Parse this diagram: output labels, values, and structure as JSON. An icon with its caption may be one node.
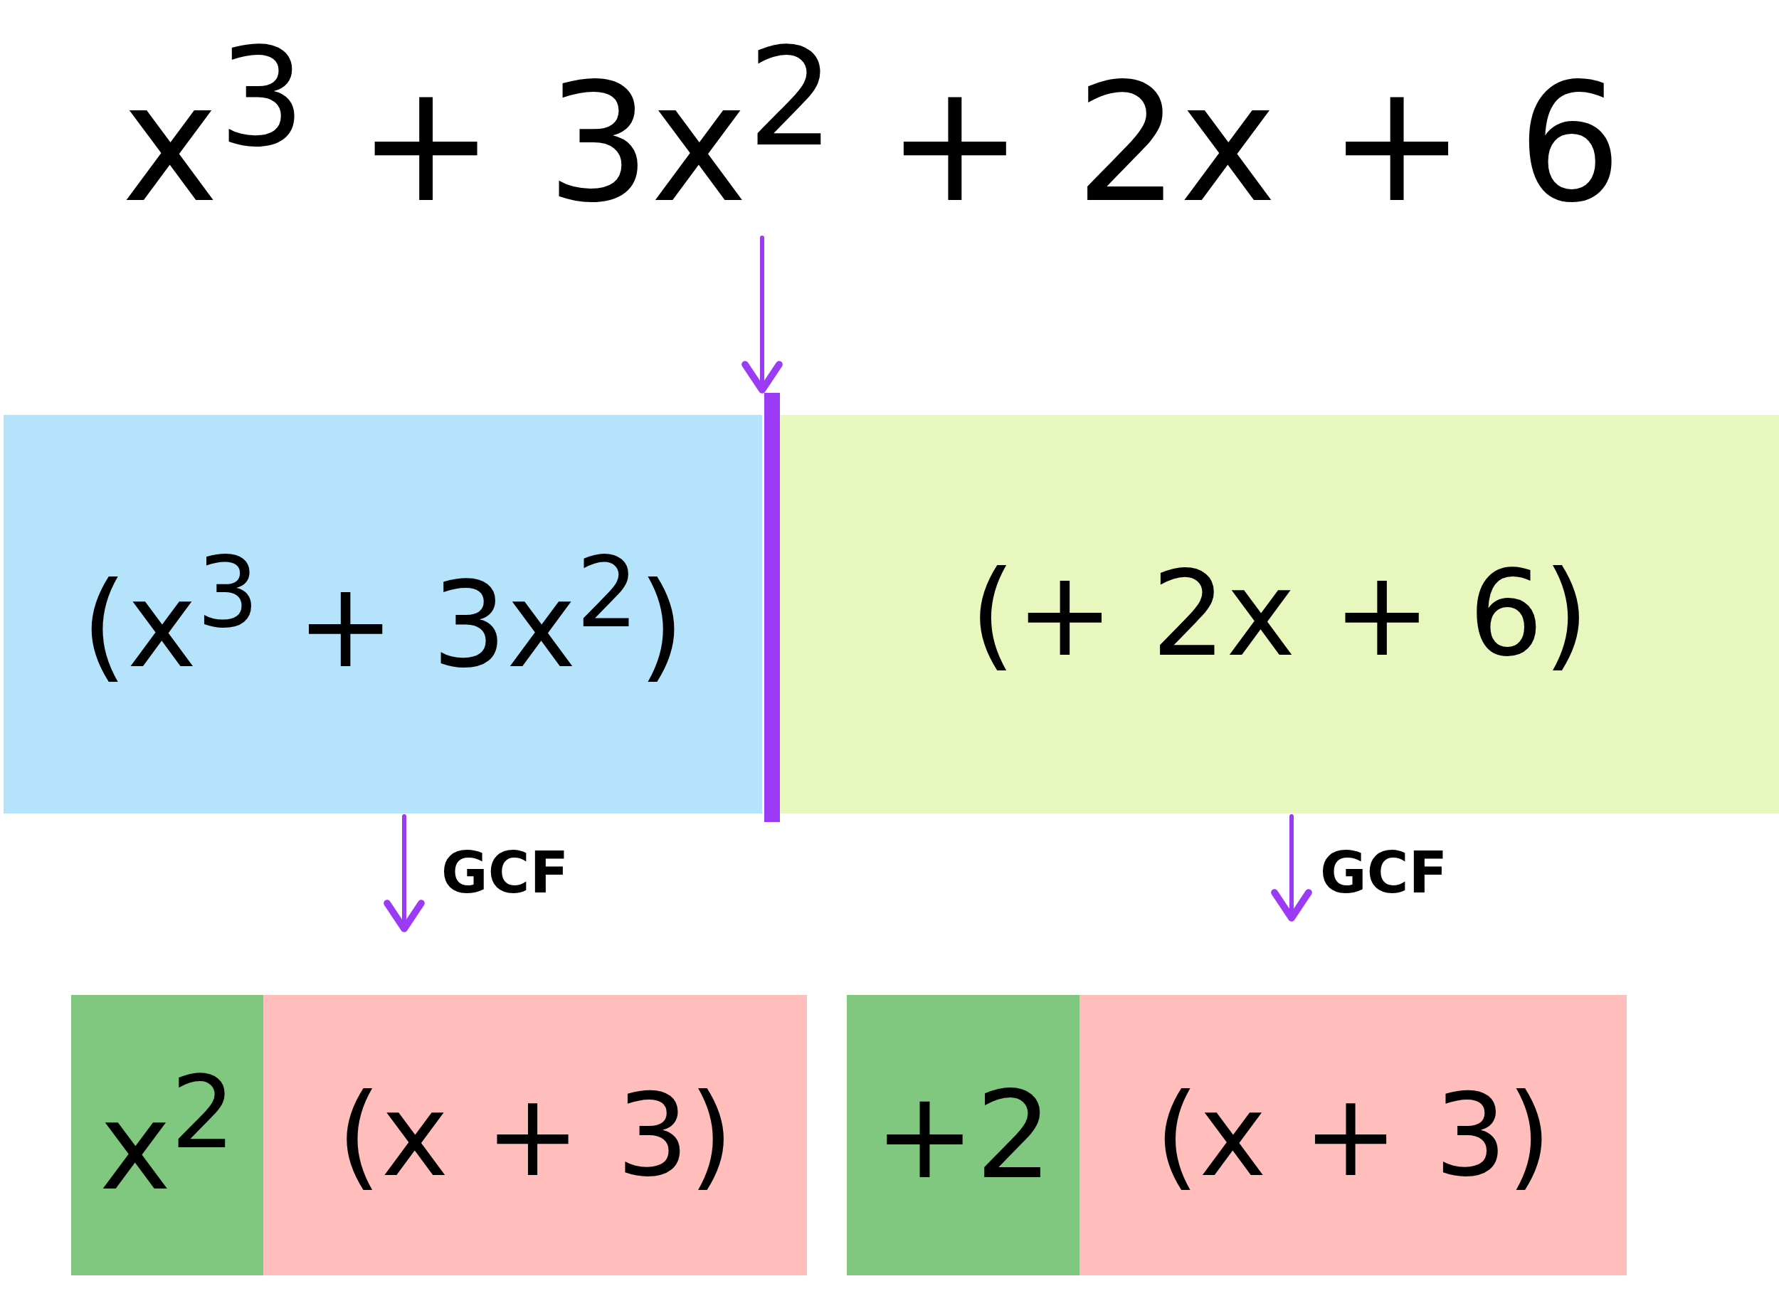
{
  "diagram": {
    "nodes": [
      {
        "text": [
          "x$^{3}$ + 3x$^{2}$ + 2x + 6"
        ]
      },
      {
        "text": [
          "(x$^{3}$ + 3x$^{2}$)"
        ]
      },
      {
        "text": [
          "(+ 2x + 6)"
        ]
      },
      {
        "text": [],
        "shape": "bar"
      },
      {
        "text": [
          "x$^{2}$"
        ]
      },
      {
        "text": [
          "(x + 3)"
        ]
      },
      {
        "text": [
          "+2"
        ]
      },
      {
        "text": [
          "(x + 3)"
        ]
      }
    ],
    "edges": [
      {
        "from": 0,
        "to": 3,
        "arrow": "to"
      },
      {
        "from": 1,
        "to": null,
        "arrow": "to",
        "label": "GCF"
      },
      {
        "from": 2,
        "to": null,
        "arrow": "to",
        "label": "GCF"
      }
    ]
  }
}
